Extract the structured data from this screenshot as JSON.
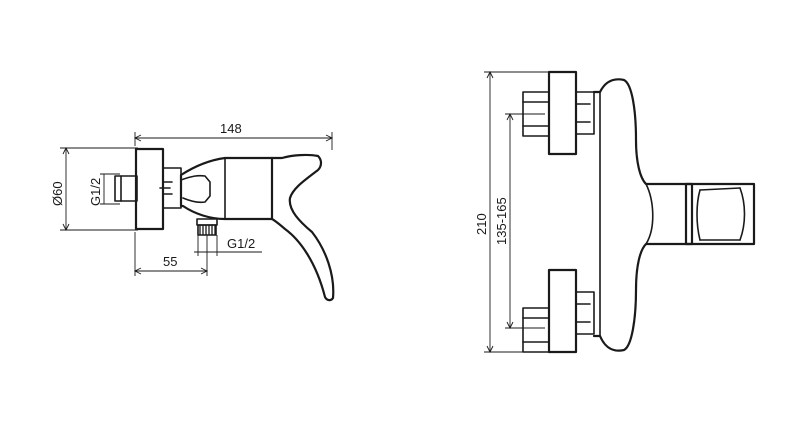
{
  "side_view": {
    "width_label": "148",
    "diameter_label": "Ø60",
    "thread_inlet_label": "G1/2",
    "thread_outlet_label": "G1/2",
    "outlet_offset_label": "55"
  },
  "front_view": {
    "height_label": "210",
    "spacing_label": "135-165"
  },
  "colors": {
    "line": "#1a1a1a",
    "background": "#ffffff"
  }
}
